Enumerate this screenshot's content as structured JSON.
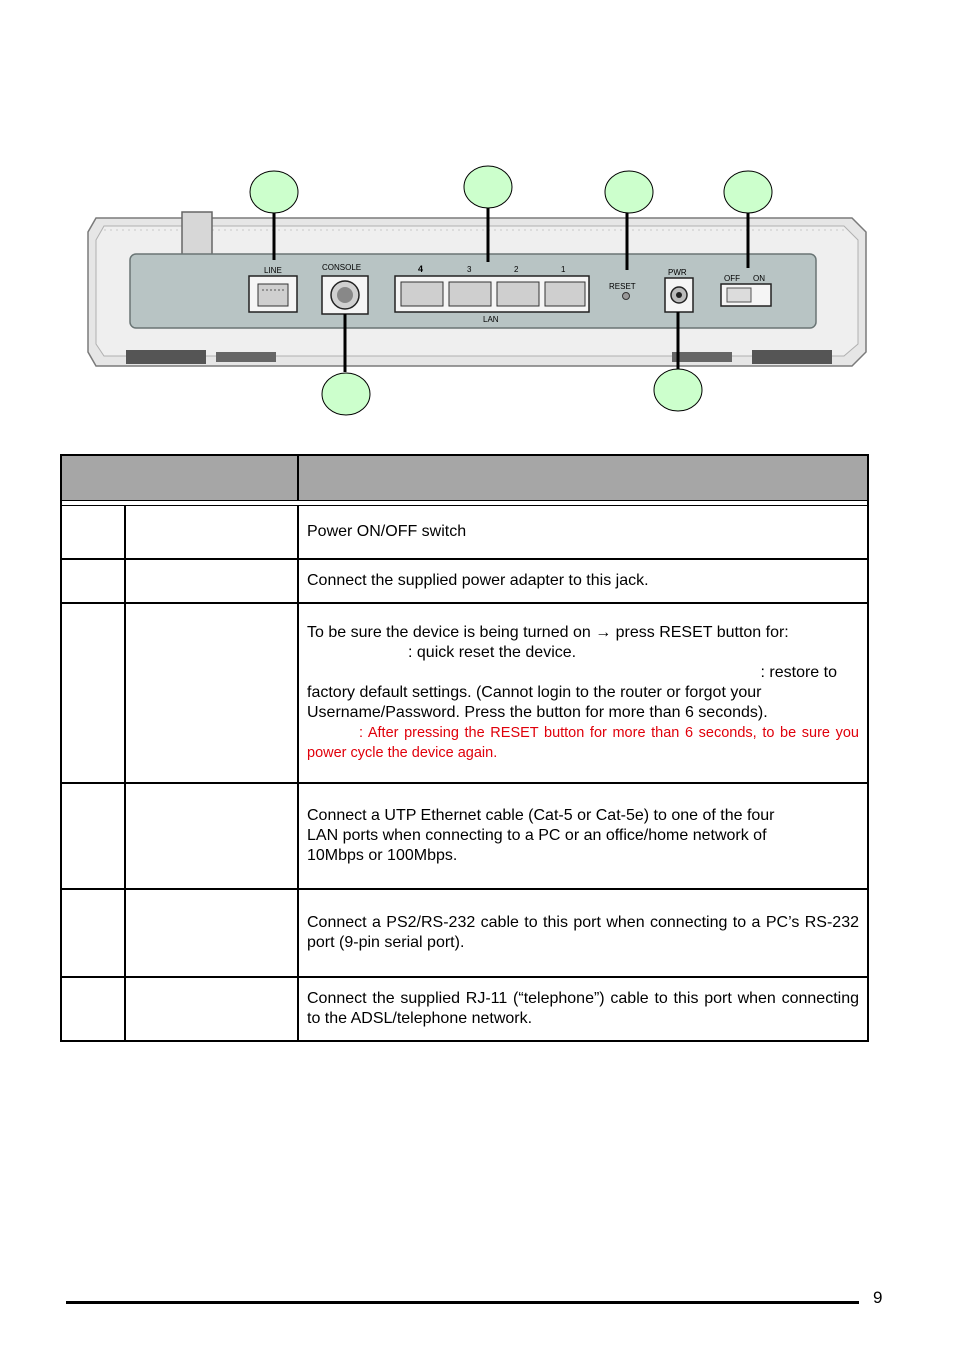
{
  "figure": {
    "labels": {
      "line": "LINE",
      "console": "CONSOLE",
      "lan": "LAN",
      "lan_ports": [
        "4",
        "3",
        "2",
        "1"
      ],
      "reset": "RESET",
      "pwr": "PWR",
      "off": "OFF",
      "on": "ON"
    },
    "callout_color": "#ccffcc",
    "panel_color": "#b8c4c4"
  },
  "table": {
    "header": [
      "",
      ""
    ],
    "rows": [
      {
        "num": "",
        "name": "",
        "lines": [
          "Power ON/OFF switch"
        ]
      },
      {
        "num": "",
        "name": "",
        "lines": [
          "Connect the supplied power adapter to this jack."
        ]
      },
      {
        "num": "",
        "name": "",
        "lines": [
          "To be sure the device is being turned on → press RESET button for:",
          ": quick reset the device.",
          ": restore to",
          "factory default settings.  (Cannot login to the router or forgot your",
          "Username/Password.  Press the button for more than 6 seconds)."
        ],
        "note": ": After pressing the RESET button for more than 6 seconds, to be sure you power cycle the device again."
      },
      {
        "num": "",
        "name": "",
        "lines": [
          "Connect a UTP Ethernet cable (Cat-5 or Cat-5e) to one of the four",
          "LAN ports when connecting to a PC or an office/home network of",
          "10Mbps or 100Mbps."
        ]
      },
      {
        "num": "",
        "name": "",
        "text": "Connect a PS2/RS-232 cable to this port when connecting to a PC’s RS-232 port (9-pin serial port)."
      },
      {
        "num": "",
        "name": "",
        "text": "Connect the supplied RJ-11 (“telephone”) cable to this port when connecting to the ADSL/telephone network."
      }
    ]
  },
  "footer": {
    "page_number": "9"
  }
}
